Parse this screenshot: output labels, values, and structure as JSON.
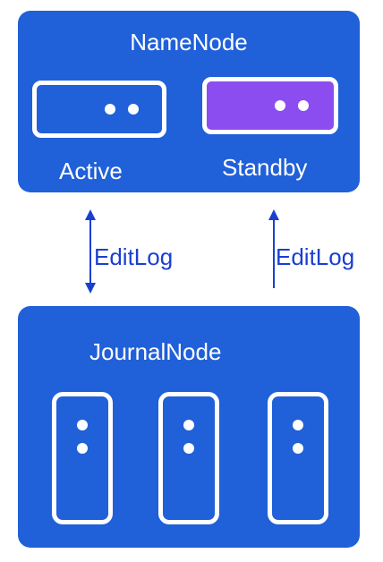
{
  "namenode": {
    "title": "NameNode",
    "active": {
      "label": "Active"
    },
    "standby": {
      "label": "Standby"
    }
  },
  "journalnode": {
    "title": "JournalNode"
  },
  "edges": {
    "left_label": "EditLog",
    "right_label": "EditLog"
  },
  "colors": {
    "panel": "#2060d8",
    "standby_fill": "#8c4df0",
    "arrow": "#1a3fd0"
  }
}
